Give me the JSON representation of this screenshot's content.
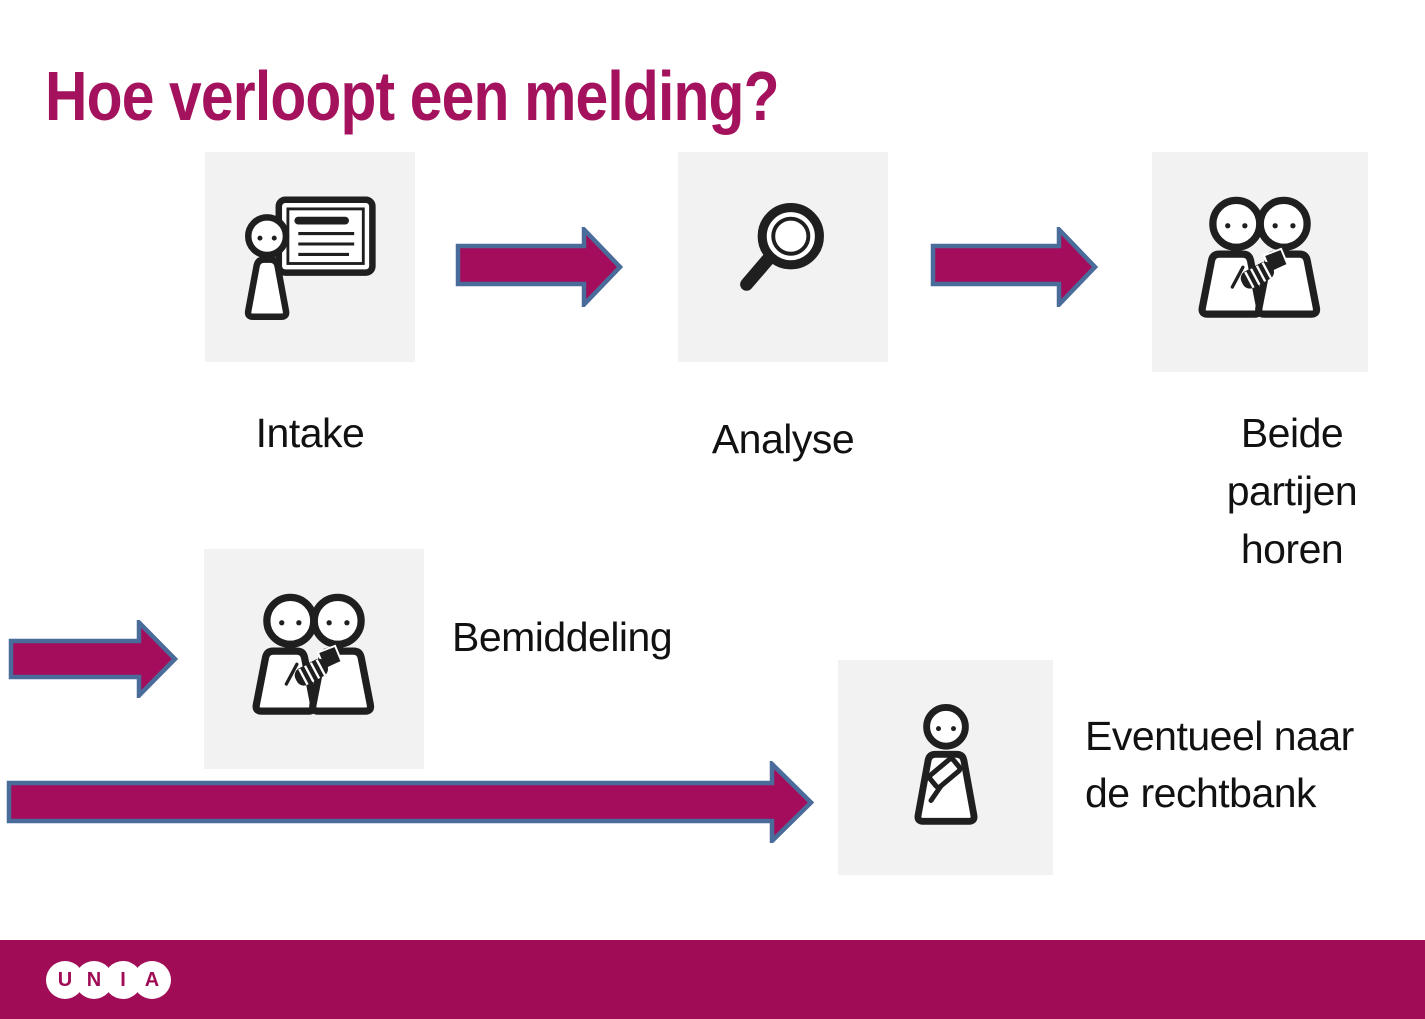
{
  "title": "Hoe verloopt een melding?",
  "colors": {
    "brand_magenta": "#a30d5b",
    "title_magenta": "#a4115d",
    "arrow_outline_blue": "#4a6c9b",
    "icon_box_gray": "#f2f2f2",
    "footer_magenta": "#a00c56",
    "icon_stroke": "#1f1f1f",
    "text": "#111111"
  },
  "steps": {
    "intake": {
      "label": "Intake",
      "icon": "person-presentation-icon"
    },
    "analyse": {
      "label": "Analyse",
      "icon": "magnifier-icon"
    },
    "beide_partijen": {
      "label": "Beide partijen horen",
      "icon": "two-people-handshake-icon"
    },
    "bemiddeling": {
      "label": "Bemiddeling",
      "icon": "two-people-handshake-icon"
    },
    "rechtbank": {
      "label": "Eventueel naar de rechtbank",
      "icon": "judge-gavel-icon"
    }
  },
  "footer": {
    "logo_letters": [
      "U",
      "N",
      "I",
      "A"
    ]
  }
}
